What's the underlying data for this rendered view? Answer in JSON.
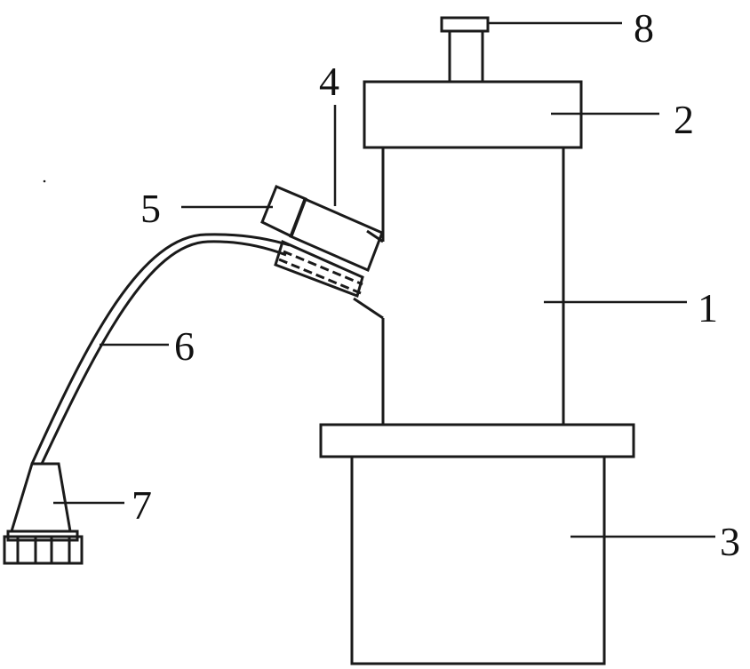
{
  "colors": {
    "stroke": "#1a1a1a",
    "background": "#ffffff"
  },
  "labels": {
    "l1": "1",
    "l2": "2",
    "l3": "3",
    "l4": "4",
    "l5": "5",
    "l6": "6",
    "l7": "7",
    "l8": "8"
  }
}
